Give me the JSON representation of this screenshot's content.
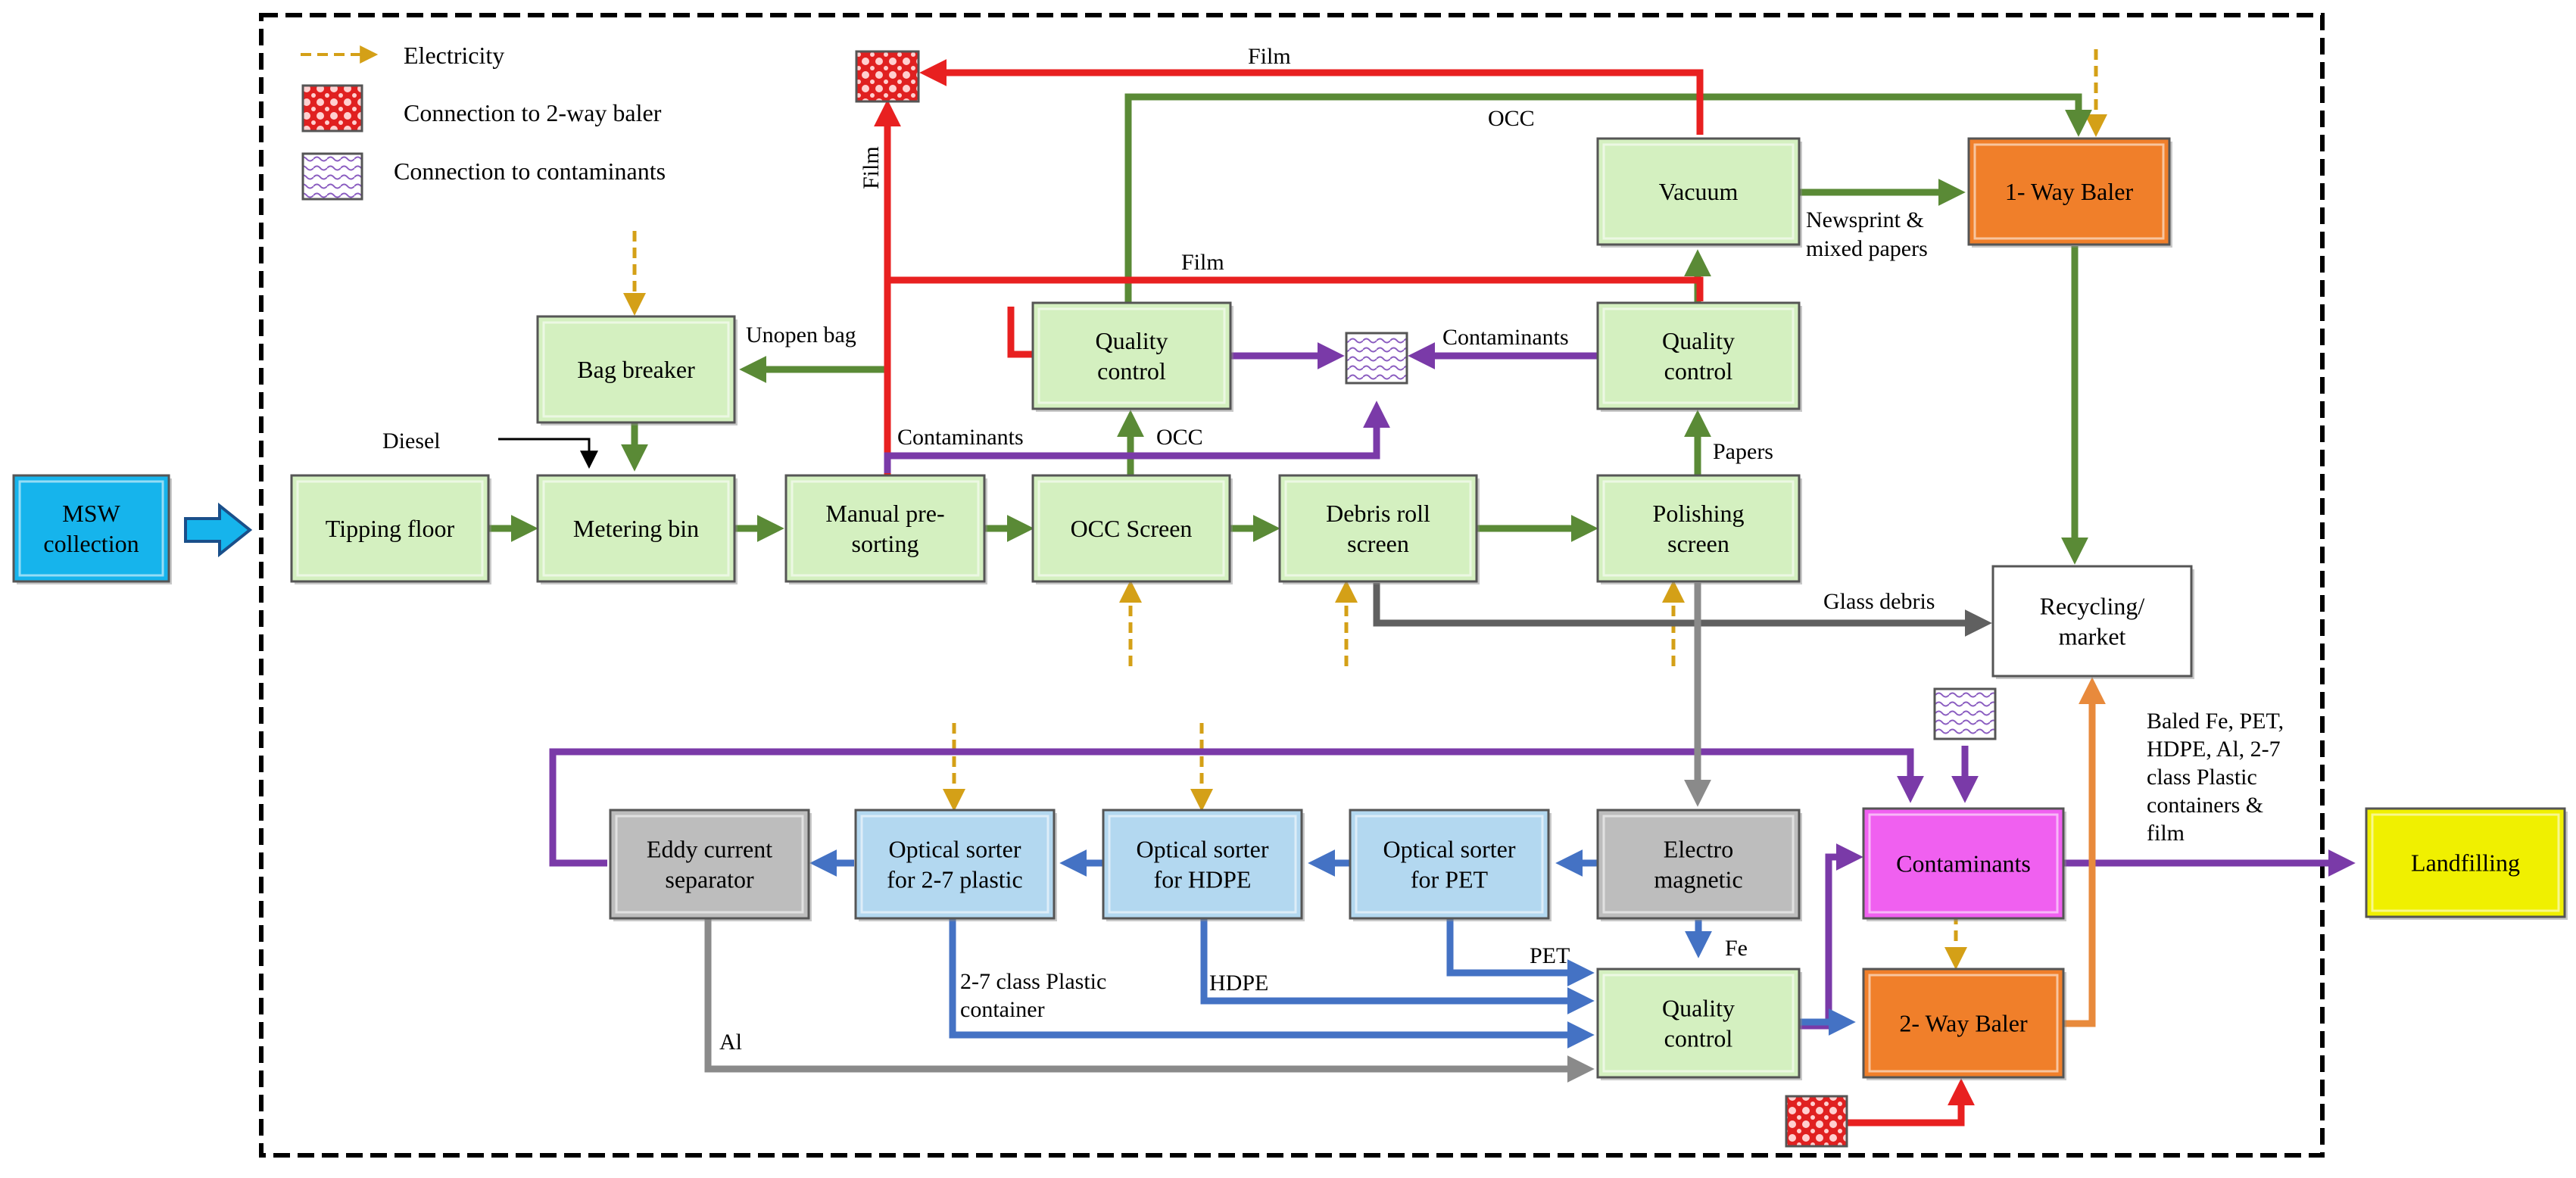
{
  "legend": {
    "electricity": "Electricity",
    "baler_connection": "Connection to 2-way baler",
    "contaminants_connection": "Connection to contaminants"
  },
  "nodes": {
    "msw": [
      "MSW",
      "collection"
    ],
    "tipping": [
      "Tipping floor"
    ],
    "metering": [
      "Metering bin"
    ],
    "bag_breaker": [
      "Bag breaker"
    ],
    "manual": [
      "Manual pre-",
      "sorting"
    ],
    "occ_screen": [
      "OCC Screen"
    ],
    "debris": [
      "Debris roll",
      "screen"
    ],
    "polishing": [
      "Polishing",
      "screen"
    ],
    "qc_left": [
      "Quality",
      "control"
    ],
    "qc_right": [
      "Quality",
      "control"
    ],
    "vacuum": [
      "Vacuum"
    ],
    "oneway": [
      "1- Way Baler"
    ],
    "recycling": [
      "Recycling/",
      "market"
    ],
    "electro": [
      "Electro",
      "magnetic"
    ],
    "opt_pet": [
      "Optical sorter",
      "for PET"
    ],
    "opt_hdpe": [
      "Optical sorter",
      "for HDPE"
    ],
    "opt_27": [
      "Optical sorter",
      "for 2-7 plastic"
    ],
    "eddy": [
      "Eddy current",
      "separator"
    ],
    "contaminants": [
      "Contaminants"
    ],
    "qc_bottom": [
      "Quality",
      "control"
    ],
    "twoway": [
      "2- Way Baler"
    ],
    "landfill": [
      "Landfilling"
    ]
  },
  "flow_labels": {
    "film_top": "Film",
    "occ_top": "OCC",
    "film_vertical": "Film",
    "film_mid": "Film",
    "unopen_bag": "Unopen bag",
    "diesel": "Diesel",
    "contaminants_left": "Contaminants",
    "occ_mid": "OCC",
    "contaminants_right": "Contaminants",
    "papers": "Papers",
    "newsprint_1": "Newsprint &",
    "newsprint_2": "mixed papers",
    "glass_debris": "Glass debris",
    "baled_1": "Baled Fe, PET,",
    "baled_2": "HDPE, Al, 2-7",
    "baled_3": "class Plastic",
    "baled_4": "containers &",
    "baled_5": "film",
    "pet": "PET",
    "fe": "Fe",
    "hdpe": "HDPE",
    "plastic_1": "2-7 class Plastic",
    "plastic_2": "container",
    "al": "Al"
  },
  "colors": {
    "green_box": "#d4f0c0",
    "blue_box": "#b3d8f0",
    "grey_box": "#bdbdbd",
    "orange_box": "#f07f2a",
    "magenta_box": "#f060f0",
    "yellow_box": "#f0f000",
    "msw_box": "#16b4ec",
    "green_arrow": "#5a8a36",
    "red_arrow": "#e82020",
    "purple_arrow": "#7a3aa8",
    "blue_arrow": "#4472c4",
    "grey_arrow": "#606060",
    "orange_arrow": "#e88a3c",
    "electricity": "#d4a017"
  }
}
